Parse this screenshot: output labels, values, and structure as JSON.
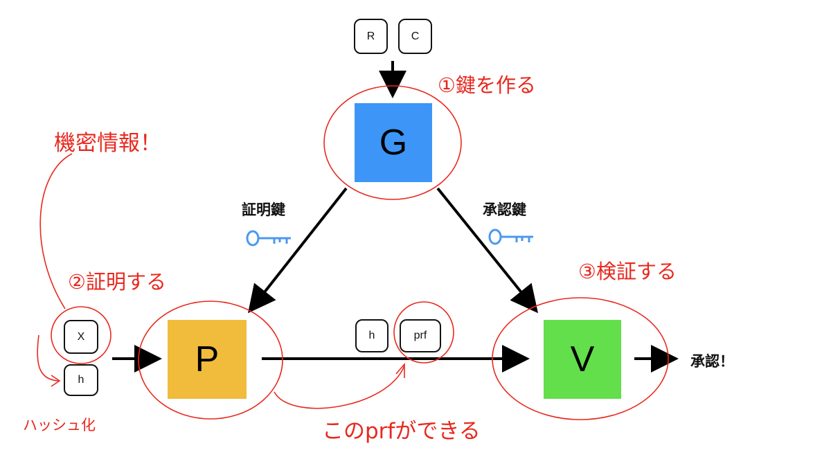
{
  "nodes": {
    "generator": {
      "label": "G",
      "color": "#3d96f7"
    },
    "prover": {
      "label": "P",
      "color": "#f1bb3c"
    },
    "verifier": {
      "label": "V",
      "color": "#62df4a"
    }
  },
  "inputs": {
    "r": "R",
    "c": "C",
    "x": "X",
    "h_left": "h",
    "h_mid": "h",
    "prf": "prf"
  },
  "keys": {
    "proving_key": "証明鍵",
    "verification_key": "承認鍵",
    "key_color": "#4a98f0"
  },
  "result": "承認！",
  "annotations": {
    "make_key": "①鍵を作る",
    "prove": "②証明する",
    "verify": "③検証する",
    "secret": "機密情報！",
    "hashing": "ハッシュ化",
    "prf_made": "このprfができる",
    "color": "#e8281e"
  }
}
